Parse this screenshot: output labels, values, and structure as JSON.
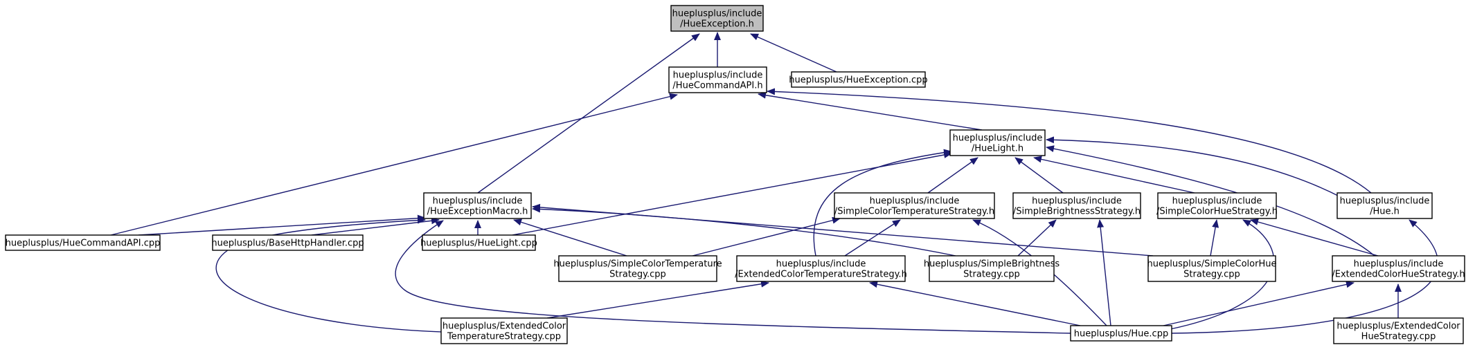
{
  "diagram": {
    "nodes": [
      {
        "id": "hueexception_h",
        "lines": [
          "hueplusplus/include",
          "/HueException.h"
        ],
        "fill": "#bfbfbf",
        "interactable": false
      },
      {
        "id": "huecommandapi_h",
        "lines": [
          "hueplusplus/include",
          "/HueCommandAPI.h"
        ],
        "fill": "#ffffff",
        "interactable": true
      },
      {
        "id": "hueexception_cpp",
        "lines": [
          "hueplusplus/HueException.cpp"
        ],
        "fill": "#ffffff",
        "interactable": true
      },
      {
        "id": "huelight_h",
        "lines": [
          "hueplusplus/include",
          "/HueLight.h"
        ],
        "fill": "#ffffff",
        "interactable": true
      },
      {
        "id": "hueexceptionmacro_h",
        "lines": [
          "hueplusplus/include",
          "/HueExceptionMacro.h"
        ],
        "fill": "#ffffff",
        "interactable": true
      },
      {
        "id": "simplecolortemperaturestrategy_h",
        "lines": [
          "hueplusplus/include",
          "/SimpleColorTemperatureStrategy.h"
        ],
        "fill": "#ffffff",
        "interactable": true
      },
      {
        "id": "simplebrightnessstrategy_h",
        "lines": [
          "hueplusplus/include",
          "/SimpleBrightnessStrategy.h"
        ],
        "fill": "#ffffff",
        "interactable": true
      },
      {
        "id": "simplecolorhuestrategy_h",
        "lines": [
          "hueplusplus/include",
          "/SimpleColorHueStrategy.h"
        ],
        "fill": "#ffffff",
        "interactable": true
      },
      {
        "id": "hue_h",
        "lines": [
          "hueplusplus/include",
          "/Hue.h"
        ],
        "fill": "#ffffff",
        "interactable": true
      },
      {
        "id": "huecommandapi_cpp",
        "lines": [
          "hueplusplus/HueCommandAPI.cpp"
        ],
        "fill": "#ffffff",
        "interactable": true
      },
      {
        "id": "basehttphandler_cpp",
        "lines": [
          "hueplusplus/BaseHttpHandler.cpp"
        ],
        "fill": "#ffffff",
        "interactable": true
      },
      {
        "id": "huelight_cpp",
        "lines": [
          "hueplusplus/HueLight.cpp"
        ],
        "fill": "#ffffff",
        "interactable": true
      },
      {
        "id": "simplecolortemperaturestrategy_cpp",
        "lines": [
          "hueplusplus/SimpleColorTemperature",
          "Strategy.cpp"
        ],
        "fill": "#ffffff",
        "interactable": true
      },
      {
        "id": "extendedcolortemperaturestrategy_h",
        "lines": [
          "hueplusplus/include",
          "/ExtendedColorTemperatureStrategy.h"
        ],
        "fill": "#ffffff",
        "interactable": true
      },
      {
        "id": "simplebrightnessstrategy_cpp",
        "lines": [
          "hueplusplus/SimpleBrightness",
          "Strategy.cpp"
        ],
        "fill": "#ffffff",
        "interactable": true
      },
      {
        "id": "simplecolorhuestrategy_cpp",
        "lines": [
          "hueplusplus/SimpleColorHue",
          "Strategy.cpp"
        ],
        "fill": "#ffffff",
        "interactable": true
      },
      {
        "id": "extendedcolorhuestrategy_h",
        "lines": [
          "hueplusplus/include",
          "/ExtendedColorHueStrategy.h"
        ],
        "fill": "#ffffff",
        "interactable": true
      },
      {
        "id": "extendedcolortemperaturestrategy_cpp",
        "lines": [
          "hueplusplus/ExtendedColor",
          "TemperatureStrategy.cpp"
        ],
        "fill": "#ffffff",
        "interactable": true
      },
      {
        "id": "hue_cpp",
        "lines": [
          "hueplusplus/Hue.cpp"
        ],
        "fill": "#ffffff",
        "interactable": true
      },
      {
        "id": "extendedcolorhuestrategy_cpp",
        "lines": [
          "hueplusplus/ExtendedColor",
          "HueStrategy.cpp"
        ],
        "fill": "#ffffff",
        "interactable": true
      }
    ],
    "edges": [
      {
        "from": "huecommandapi_h",
        "to": "hueexception_h"
      },
      {
        "from": "hueexception_cpp",
        "to": "hueexception_h"
      },
      {
        "from": "hueexceptionmacro_h",
        "to": "hueexception_h"
      },
      {
        "from": "huelight_h",
        "to": "huecommandapi_h"
      },
      {
        "from": "hue_h",
        "to": "huecommandapi_h"
      },
      {
        "from": "huecommandapi_cpp",
        "to": "huecommandapi_h"
      },
      {
        "from": "simplecolortemperaturestrategy_h",
        "to": "huelight_h"
      },
      {
        "from": "simplebrightnessstrategy_h",
        "to": "huelight_h"
      },
      {
        "from": "simplecolorhuestrategy_h",
        "to": "huelight_h"
      },
      {
        "from": "hue_h",
        "to": "huelight_h"
      },
      {
        "from": "huelight_cpp",
        "to": "huelight_h"
      },
      {
        "from": "extendedcolortemperaturestrategy_h",
        "to": "huelight_h"
      },
      {
        "from": "extendedcolorhuestrategy_h",
        "to": "huelight_h"
      },
      {
        "from": "huecommandapi_cpp",
        "to": "hueexceptionmacro_h"
      },
      {
        "from": "basehttphandler_cpp",
        "to": "hueexceptionmacro_h"
      },
      {
        "from": "huelight_cpp",
        "to": "hueexceptionmacro_h"
      },
      {
        "from": "simplecolortemperaturestrategy_cpp",
        "to": "hueexceptionmacro_h"
      },
      {
        "from": "simplebrightnessstrategy_cpp",
        "to": "hueexceptionmacro_h"
      },
      {
        "from": "simplecolorhuestrategy_cpp",
        "to": "hueexceptionmacro_h"
      },
      {
        "from": "extendedcolortemperaturestrategy_cpp",
        "to": "hueexceptionmacro_h"
      },
      {
        "from": "hue_cpp",
        "to": "hueexceptionmacro_h"
      },
      {
        "from": "simplecolortemperaturestrategy_cpp",
        "to": "simplecolortemperaturestrategy_h"
      },
      {
        "from": "extendedcolortemperaturestrategy_h",
        "to": "simplecolortemperaturestrategy_h"
      },
      {
        "from": "hue_cpp",
        "to": "simplecolortemperaturestrategy_h"
      },
      {
        "from": "simplebrightnessstrategy_cpp",
        "to": "simplebrightnessstrategy_h"
      },
      {
        "from": "hue_cpp",
        "to": "simplebrightnessstrategy_h"
      },
      {
        "from": "simplecolorhuestrategy_cpp",
        "to": "simplecolorhuestrategy_h"
      },
      {
        "from": "extendedcolorhuestrategy_h",
        "to": "simplecolorhuestrategy_h"
      },
      {
        "from": "hue_cpp",
        "to": "simplecolorhuestrategy_h"
      },
      {
        "from": "hue_cpp",
        "to": "hue_h"
      },
      {
        "from": "extendedcolortemperaturestrategy_cpp",
        "to": "extendedcolortemperaturestrategy_h"
      },
      {
        "from": "hue_cpp",
        "to": "extendedcolortemperaturestrategy_h"
      },
      {
        "from": "hue_cpp",
        "to": "extendedcolorhuestrategy_h"
      },
      {
        "from": "extendedcolorhuestrategy_cpp",
        "to": "extendedcolorhuestrategy_h"
      }
    ],
    "colors": {
      "edge": "#191970",
      "node_border": "#000000",
      "highlight_fill": "#bfbfbf",
      "node_fill": "#ffffff"
    }
  }
}
